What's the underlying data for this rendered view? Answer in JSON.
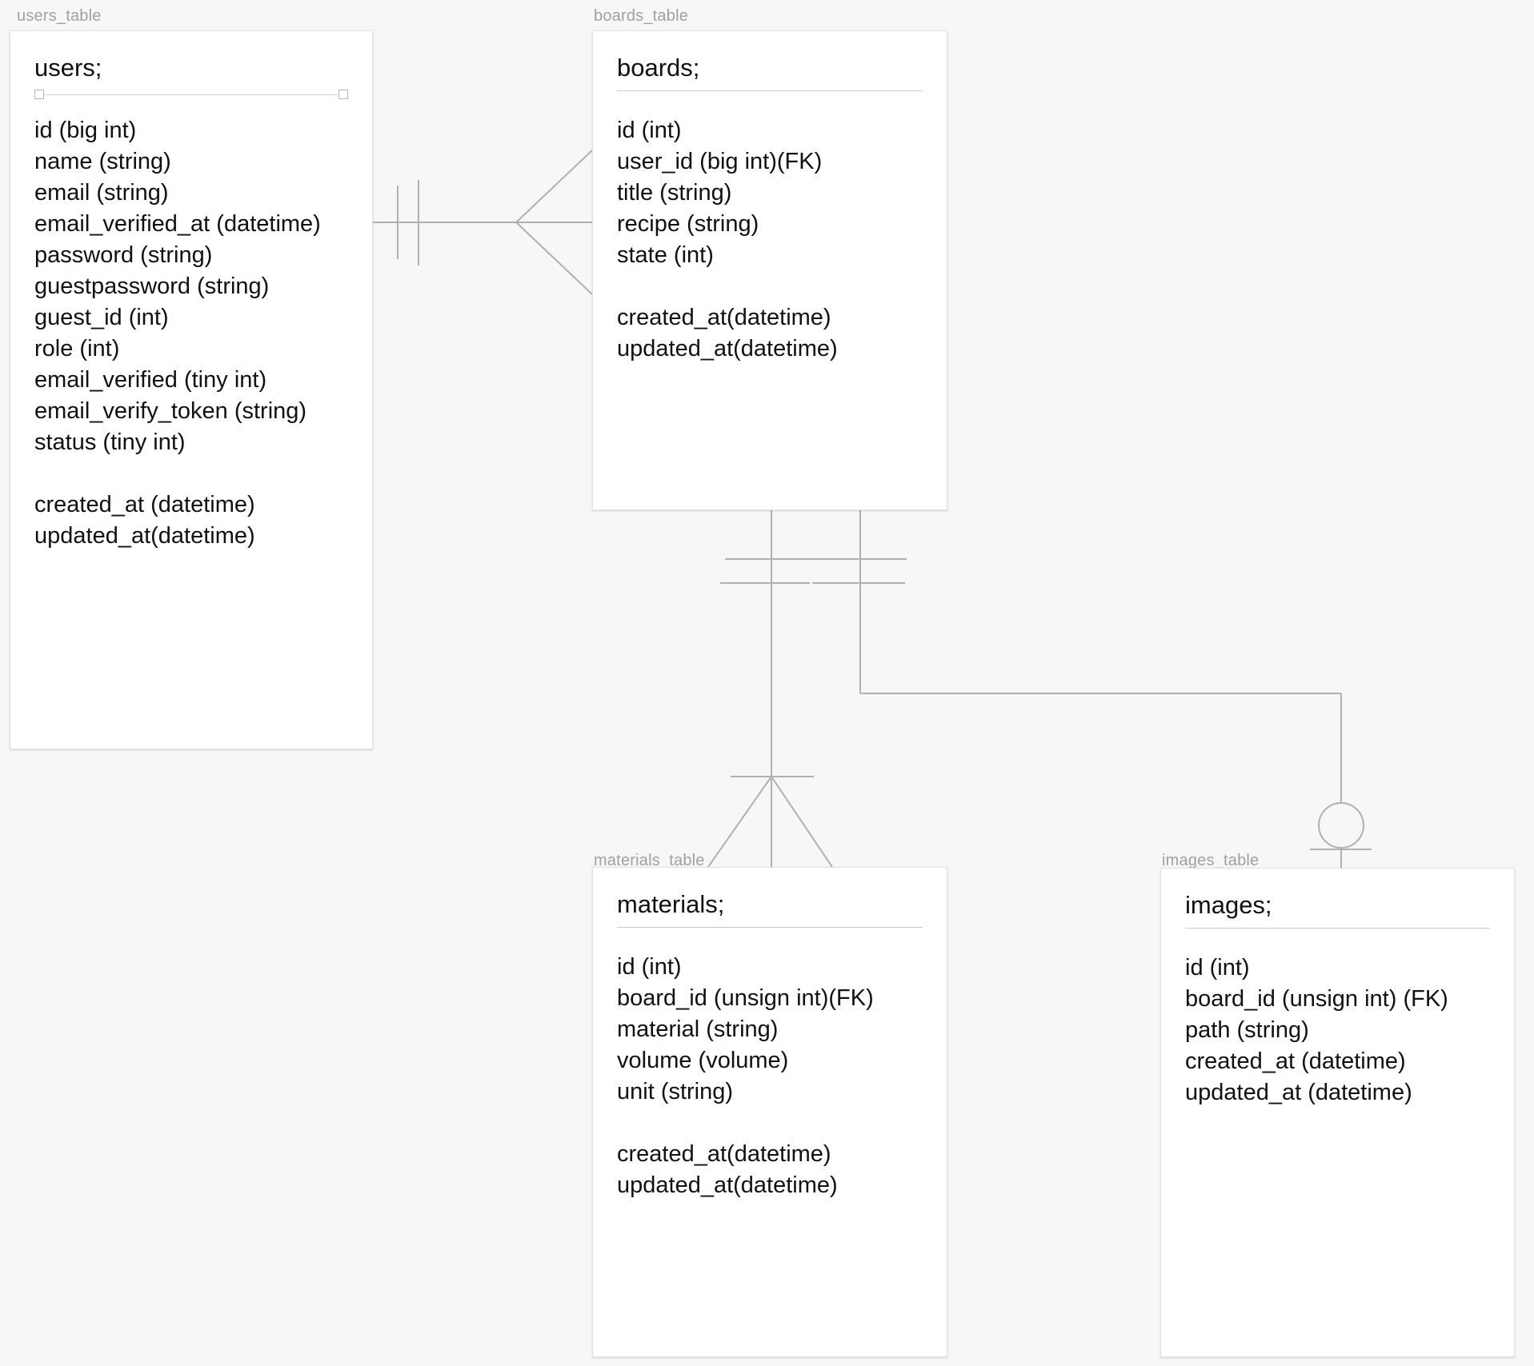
{
  "diagram": {
    "background_color": "#f7f7f7",
    "entity_fill": "#ffffff",
    "caption_color": "#a0a0a0",
    "edge_color": "#b0b0b0",
    "text_color": "#111111"
  },
  "entities": [
    {
      "caption": "users_table",
      "title": "users;",
      "selected": true,
      "fields": [
        "id (big int)",
        "name (string)",
        "email (string)",
        "email_verified_at (datetime)",
        "password (string)",
        "guestpassword (string)",
        "guest_id (int)",
        "role (int)",
        "email_verified (tiny int)",
        "email_verify_token (string)",
        "status (tiny int)",
        "",
        "created_at (datetime)",
        "updated_at(datetime)"
      ]
    },
    {
      "caption": "boards_table",
      "title": "boards;",
      "selected": false,
      "fields": [
        "id (int)",
        "user_id (big int)(FK)",
        "title (string)",
        "recipe (string)",
        "state (int)",
        "",
        "created_at(datetime)",
        "updated_at(datetime)"
      ]
    },
    {
      "caption": "materials_table",
      "title": "materials;",
      "selected": false,
      "fields": [
        "id (int)",
        "board_id (unsign int)(FK)",
        "material (string)",
        "volume (volume)",
        "unit (string)",
        "",
        "created_at(datetime)",
        "updated_at(datetime)"
      ]
    },
    {
      "caption": "images_table",
      "title": "images;",
      "selected": false,
      "fields": [
        "id (int)",
        "board_id (unsign int) (FK)",
        "path (string)",
        "created_at (datetime)",
        "updated_at (datetime)"
      ]
    }
  ],
  "relationships": [
    {
      "name": "users-to-boards",
      "from": "users_table",
      "to": "boards_table",
      "from_cardinality": "one-and-only-one",
      "to_cardinality": "many"
    },
    {
      "name": "boards-to-materials",
      "from": "boards_table",
      "to": "materials_table",
      "from_cardinality": "one-and-only-one",
      "to_cardinality": "many"
    },
    {
      "name": "boards-to-images",
      "from": "boards_table",
      "to": "images_table",
      "from_cardinality": "one-and-only-one",
      "to_cardinality": "zero-or-one"
    }
  ]
}
